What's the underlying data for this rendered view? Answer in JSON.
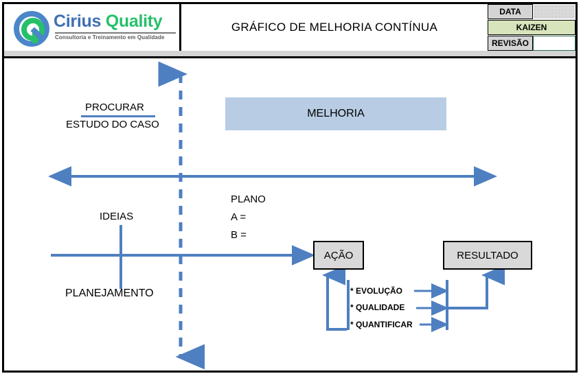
{
  "header": {
    "title": "GRÁFICO DE MELHORIA CONTÍNUA",
    "logo": {
      "word_1": "Cirius",
      "word_2": "Quality",
      "tagline": "Consultoria e Treinamento em Qualidade",
      "mark_letter": "Q",
      "color_blue": "#3f6fb5",
      "color_green": "#27c06a"
    },
    "meta": {
      "data_label": "DATA",
      "data_value": "",
      "kaizen_label": "KAIZEN",
      "revisao_label": "REVISÃO",
      "revisao_value": ""
    }
  },
  "diagram": {
    "procurar_label": "PROCURAR",
    "estudo_label": "ESTUDO DO CASO",
    "melhoria_label": "MELHORIA",
    "plano_label": "PLANO",
    "plano_a": "A =",
    "plano_b": "B =",
    "ideias_label": "IDEIAS",
    "planejamento_label": "PLANEJAMENTO",
    "acao_label": "AÇÃO",
    "resultado_label": "RESULTADO",
    "bullets": [
      "* EVOLUÇÃO",
      "* QUALIDADE",
      "* QUANTIFICAR"
    ],
    "colors": {
      "arrow_blue": "#4e7fc1",
      "melhoria_fill": "#b8cce4",
      "box_fill": "#d9d9d9",
      "kaizen_fill": "#d8e4bc",
      "meta_label_fill": "#d4d4d4"
    }
  }
}
